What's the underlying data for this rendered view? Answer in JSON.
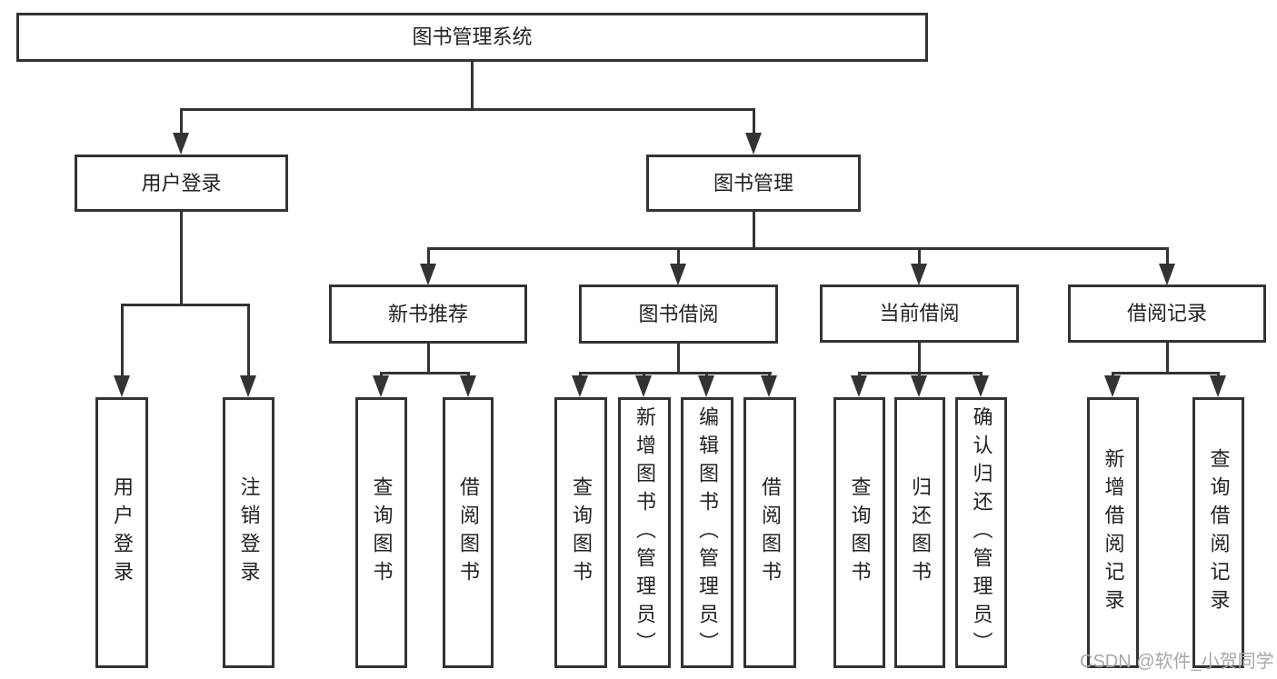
{
  "nodes": {
    "root": "图书管理系统",
    "user_login": "用户登录",
    "book_management": "图书管理",
    "new_book_recommend": "新书推荐",
    "book_borrowing": "图书借阅",
    "current_borrowing": "当前借阅",
    "borrowing_records": "借阅记录",
    "user_login_leaf": "用户登录",
    "logout_leaf": "注销登录",
    "recommend_query_books": "查询图书",
    "recommend_borrow_books": "借阅图书",
    "borrowing_query_books": "查询图书",
    "borrowing_add_books_admin": "新增图书（管理员）",
    "borrowing_edit_books_admin": "编辑图书（管理员）",
    "borrowing_borrow_books": "借阅图书",
    "current_query_books": "查询图书",
    "current_return_books": "归还图书",
    "current_confirm_return_admin": "确认归还（管理员）",
    "records_add_record": "新增借阅记录",
    "records_query_record": "查询借阅记录"
  },
  "watermark": "CSDN @软件_小贺同学",
  "colors": {
    "line": "#333333",
    "text": "#222222",
    "background": "#ffffff",
    "watermark": "#a8a8a8"
  }
}
